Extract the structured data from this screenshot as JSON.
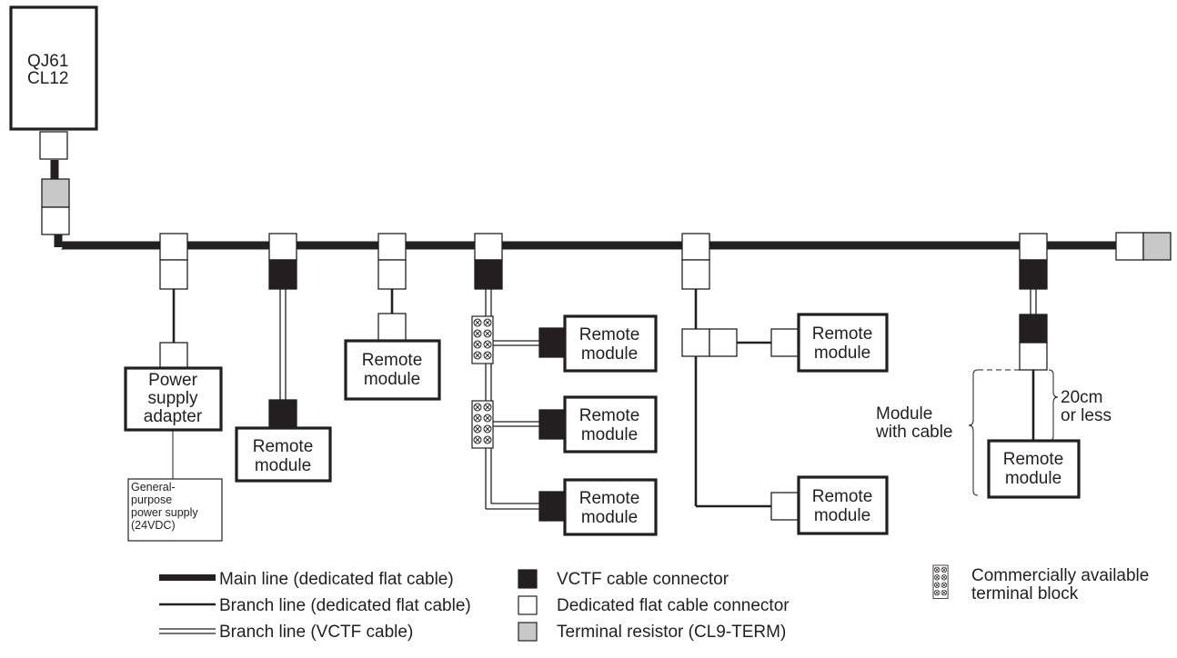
{
  "master": {
    "label_line1": "QJ61",
    "label_line2": "CL12"
  },
  "power_adapter": {
    "line1": "Power",
    "line2": "supply",
    "line3": "adapter"
  },
  "general_supply": {
    "line1": "General-",
    "line2": "purpose",
    "line3": "power supply",
    "line4": "(24VDC)"
  },
  "remote_module": {
    "line1": "Remote",
    "line2": "module"
  },
  "module_with_cable": {
    "line1": "Module",
    "line2": "with cable"
  },
  "cable_length": {
    "line1": "20cm",
    "line2": "or less"
  },
  "legend": {
    "main_line": "Main line (dedicated flat cable)",
    "branch_flat": "Branch line (dedicated flat cable)",
    "branch_vctf": "Branch line (VCTF cable)",
    "vctf_connector": "VCTF cable connector",
    "flat_connector": "Dedicated flat cable connector",
    "terminal_resistor": "Terminal resistor (CL9-TERM)",
    "terminal_block_line1": "Commercially available",
    "terminal_block_line2": "terminal block"
  },
  "colors": {
    "ink": "#231f20",
    "resistor": "#c8c8c8",
    "background": "#ffffff"
  }
}
